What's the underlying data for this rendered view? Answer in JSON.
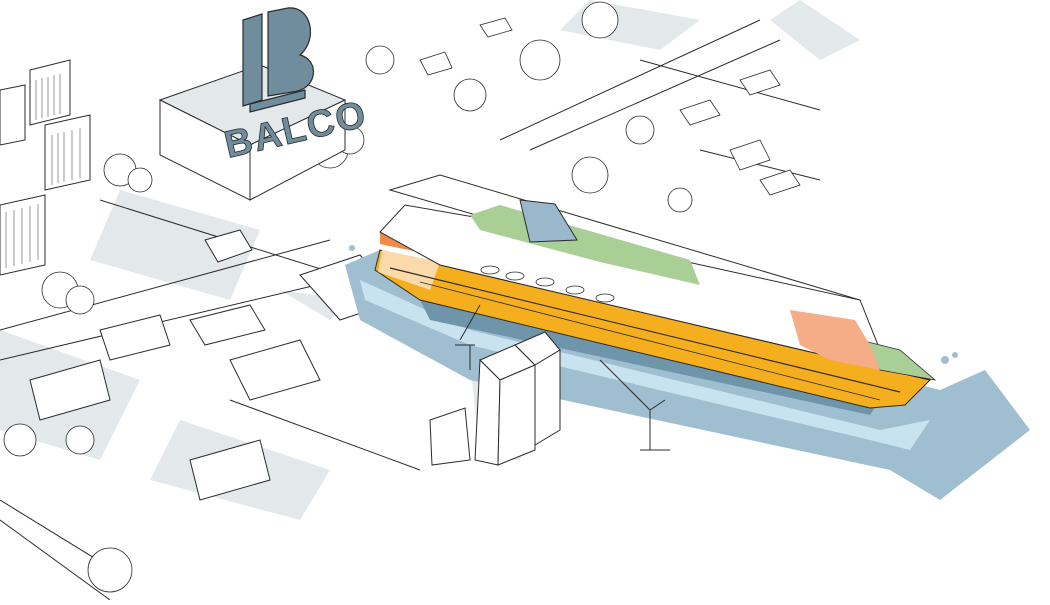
{
  "illustration": {
    "subject": "harbor city sketch with cruise ship and BALCO building",
    "logo": {
      "text": "BALCO",
      "monogram": "B",
      "color": "#6f8d9c"
    },
    "colors": {
      "background": "#ffffff",
      "line": "#2b2b2b",
      "light_shadow": "#e3e8eb",
      "water_dark": "#9fbfd1",
      "water_light": "#c9e2ef",
      "water_deep": "#6f95aa",
      "ship_orange_band": "#f5ae1e",
      "ship_coral": "#f08a45",
      "ship_peach": "#f4ad86",
      "ship_cream": "#fbd9a8",
      "ship_green": "#a9cf96",
      "funnel_blue": "#9ab7cb"
    }
  }
}
